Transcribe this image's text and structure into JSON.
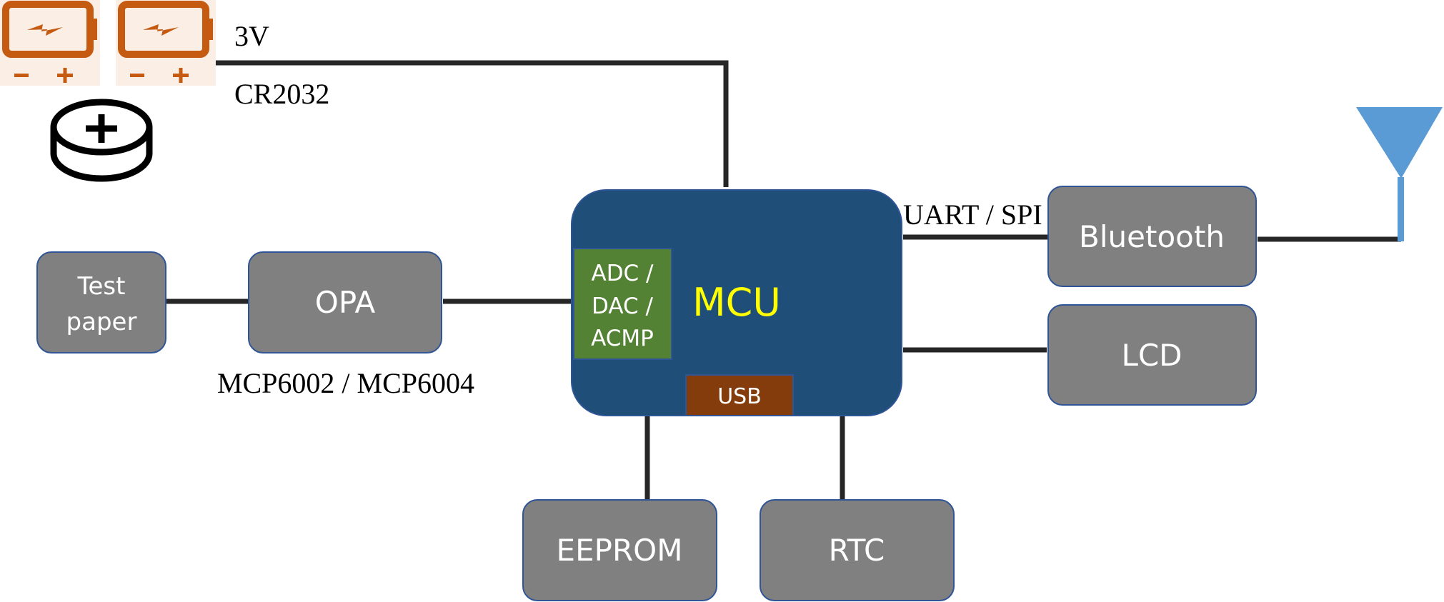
{
  "power": {
    "voltage_label": "3V",
    "battery_model": "CR2032"
  },
  "blocks": {
    "test_paper": {
      "line1": "Test",
      "line2": "paper"
    },
    "opa": {
      "label": "OPA",
      "part_label": "MCP6002 / MCP6004"
    },
    "mcu": {
      "label": "MCU"
    },
    "adc": {
      "line1": "ADC /",
      "line2": "DAC /",
      "line3": "ACMP"
    },
    "usb": {
      "label": "USB"
    },
    "bluetooth": {
      "label": "Bluetooth",
      "link_label": "UART / SPI"
    },
    "lcd": {
      "label": "LCD"
    },
    "eeprom": {
      "label": "EEPROM"
    },
    "rtc": {
      "label": "RTC"
    }
  },
  "icons": [
    "battery-icon",
    "battery-icon",
    "coin-cell-icon",
    "antenna-icon"
  ],
  "colors": {
    "block_gray": "#808080",
    "mcu_blue": "#1f4e79",
    "adc_green": "#548235",
    "usb_brown": "#843c0c",
    "mcu_text": "#ffff00",
    "battery_orange": "#c55a11",
    "antenna_blue": "#5b9bd5",
    "wire": "#262626"
  }
}
